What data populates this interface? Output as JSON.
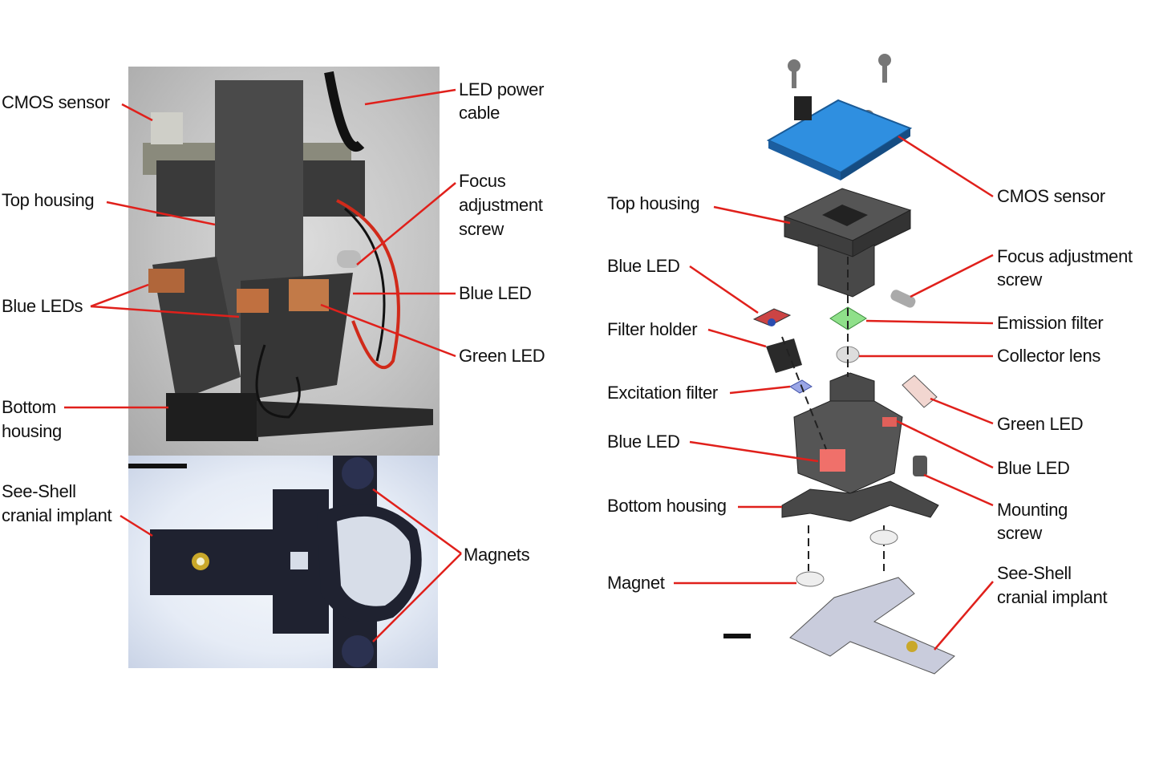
{
  "photo_labels_left": {
    "cmos_sensor": "CMOS sensor",
    "top_housing": "Top housing",
    "blue_leds": "Blue LEDs",
    "bottom_housing": [
      "Bottom",
      "housing"
    ],
    "see_shell": [
      "See-Shell",
      "cranial implant"
    ]
  },
  "photo_labels_right": {
    "led_power_cable": [
      "LED power",
      "cable"
    ],
    "focus_screw": [
      "Focus",
      "adjustment",
      "screw"
    ],
    "blue_led": "Blue LED",
    "green_led": "Green LED",
    "magnets": "Magnets"
  },
  "diagram_labels_left": {
    "top_housing": "Top housing",
    "blue_led_1": "Blue LED",
    "filter_holder": "Filter holder",
    "excitation_filter": "Excitation filter",
    "blue_led_2": "Blue LED",
    "bottom_housing": "Bottom housing",
    "magnet": "Magnet"
  },
  "diagram_labels_right": {
    "cmos_sensor": "CMOS sensor",
    "focus_screw": [
      "Focus adjustment",
      "screw"
    ],
    "emission_filter": "Emission filter",
    "collector_lens": "Collector lens",
    "green_led": "Green LED",
    "blue_led": "Blue LED",
    "mounting_screw": [
      "Mounting",
      "screw"
    ],
    "see_shell": [
      "See-Shell",
      "cranial implant"
    ]
  },
  "colors": {
    "leader": "#e0201b",
    "pcb": "#2f8fe0",
    "housing": "#4a4a4a"
  }
}
